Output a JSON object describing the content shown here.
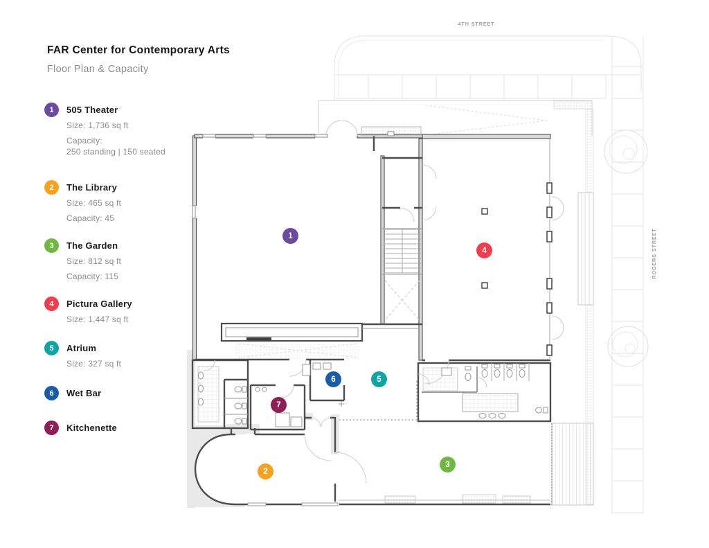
{
  "header": {
    "title": "FAR Center for Contemporary Arts",
    "subtitle": "Floor Plan & Capacity"
  },
  "legend": [
    {
      "num": "1",
      "name": "505 Theater",
      "color": "#6b4b9e",
      "lines": [
        "Size: 1,736 sq ft",
        "Capacity:",
        "250 standing | 150 seated"
      ]
    },
    {
      "num": "2",
      "name": "The Library",
      "color": "#f6a120",
      "lines": [
        "Size: 465 sq ft",
        "Capacity: 45"
      ]
    },
    {
      "num": "3",
      "name": "The Garden",
      "color": "#70b744",
      "lines": [
        "Size: 812 sq ft",
        "Capacity: 115"
      ]
    },
    {
      "num": "4",
      "name": "Pictura Gallery",
      "color": "#ef3e4e",
      "lines": [
        "Size: 1,447 sq ft"
      ]
    },
    {
      "num": "5",
      "name": "Atrium",
      "color": "#12a3a3",
      "lines": [
        "Size: 327 sq ft"
      ]
    },
    {
      "num": "6",
      "name": "Wet Bar",
      "color": "#1a5da6",
      "lines": []
    },
    {
      "num": "7",
      "name": "Kitchenette",
      "color": "#8f1d56",
      "lines": []
    }
  ],
  "streets": {
    "top": "4TH STREET",
    "right": "ROGERS STREET"
  },
  "markers": [
    {
      "num": "1",
      "color": "#6b4b9e"
    },
    {
      "num": "2",
      "color": "#f6a120"
    },
    {
      "num": "3",
      "color": "#70b744"
    },
    {
      "num": "4",
      "color": "#ef3e4e"
    },
    {
      "num": "5",
      "color": "#12a3a3"
    },
    {
      "num": "6",
      "color": "#1a5da6"
    },
    {
      "num": "7",
      "color": "#8f1d56"
    }
  ]
}
